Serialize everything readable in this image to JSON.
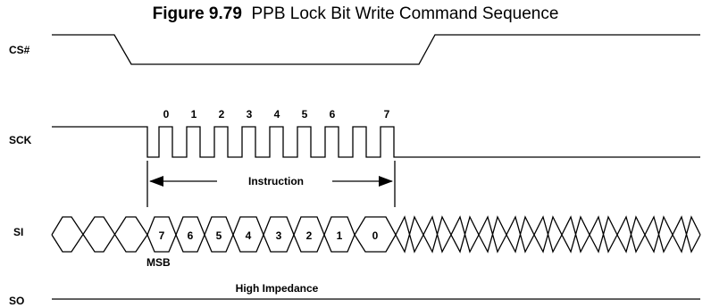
{
  "figure": {
    "number": "Figure 9.79",
    "title": "PPB Lock Bit Write Command Sequence"
  },
  "signals": {
    "cs": "CS#",
    "sck": "SCK",
    "si": "SI",
    "so": "SO"
  },
  "sck_clock_labels": [
    "0",
    "1",
    "2",
    "3",
    "4",
    "5",
    "6",
    "7"
  ],
  "si_bits": [
    "7",
    "6",
    "5",
    "4",
    "3",
    "2",
    "1",
    "0"
  ],
  "annotations": {
    "instruction": "Instruction",
    "msb": "MSB",
    "high_impedance": "High Impedance"
  }
}
